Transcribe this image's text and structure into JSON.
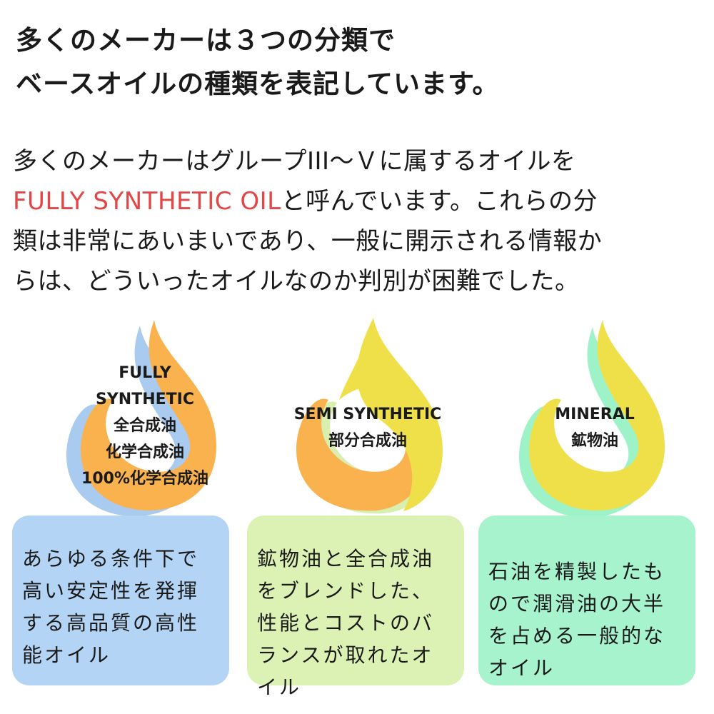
{
  "headline": {
    "line1": "多くのメーカーは３つの分類で",
    "line2": "ベースオイルの種類を表記しています。"
  },
  "body": {
    "line1": "多くのメーカーはグループIII～Ｖに属するオイルを",
    "line2_accent": "FULLY SYNTHETIC OIL",
    "line2_rest": "と呼んでいます。これらの分",
    "line3": "類は非常にあいまいであり、一般に開示される情報か",
    "line4": "らは、どういったオイルなのか判別が困難でした。"
  },
  "colors": {
    "accent": "#e24646",
    "orange": "#f9b24e",
    "blue": "#a9cbef",
    "yellow": "#efe04a",
    "lightgreen": "#d8efb0",
    "mint": "#9ef2c8",
    "card_blue": "#b3d4f5",
    "card_green": "#dcf2b4",
    "card_mint": "#a6f3cd"
  },
  "categories": [
    {
      "label_lines": [
        "FULLY",
        "SYNTHETIC",
        "全合成油",
        "化学合成油",
        "100%化学合成油"
      ],
      "description": "あらゆる条件下で高い安定性を発揮する高品質の高性能オイル"
    },
    {
      "label_lines": [
        "SEMI SYNTHETIC",
        "部分合成油"
      ],
      "description": "鉱物油と全合成油をブレンドした、性能とコストのバランスが取れたオイル"
    },
    {
      "label_lines": [
        "MINERAL",
        "鉱物油"
      ],
      "description": "石油を精製したもので潤滑油の大半を占める一般的なオイル"
    }
  ]
}
